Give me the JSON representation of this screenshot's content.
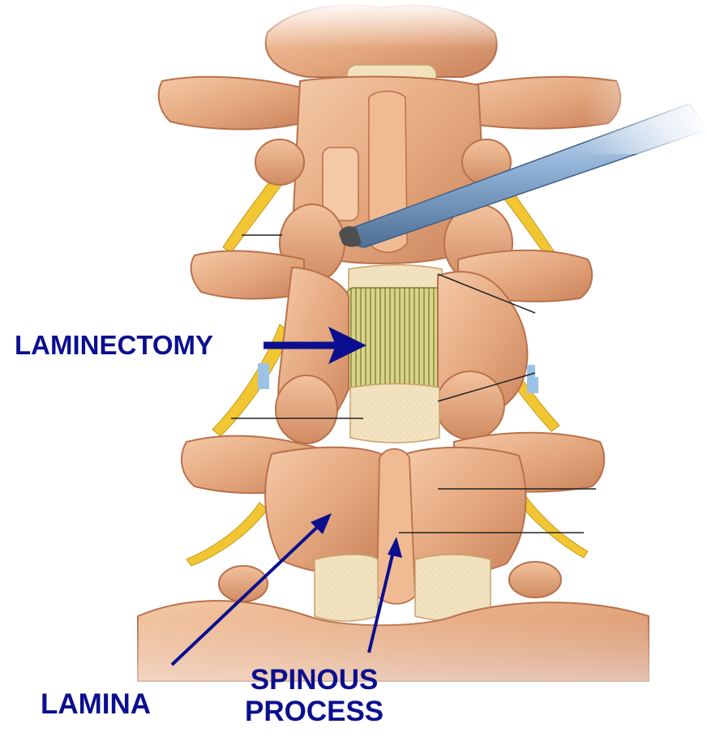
{
  "labels": {
    "laminectomy": "LAMINECTOMY",
    "lamina": "LAMINA",
    "spinous_line1": "SPINOUS",
    "spinous_line2": "PROCESS"
  },
  "colors": {
    "label": "#0b0f8f",
    "bone": "#e3a57c",
    "bone_shadow": "#b9714c",
    "bone_highlight": "#f4c9a6",
    "disc": "#f2e2bf",
    "nerve": "#f1c632",
    "cord": "#c9c46a",
    "instrument": "#8fb1d6"
  }
}
